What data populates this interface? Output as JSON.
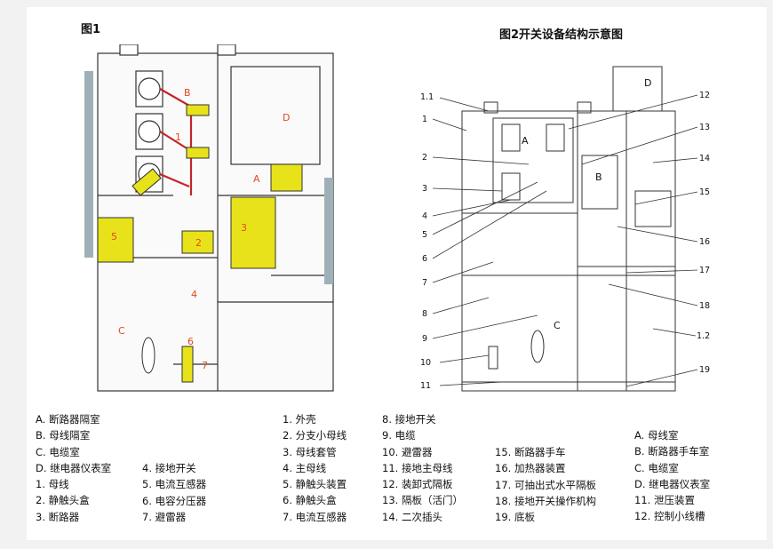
{
  "figure1": {
    "title": "图1",
    "labels": {
      "A": "A",
      "B": "B",
      "C": "C",
      "D": "D",
      "n1": "1",
      "n2": "2",
      "n3": "3",
      "n4": "4",
      "n5": "5",
      "n6": "6",
      "n7": "7"
    }
  },
  "figure2": {
    "title": "图2开关设备结构示意图",
    "labels": {
      "A": "A",
      "B": "B",
      "C": "C",
      "D": "D"
    },
    "callouts": [
      "1.1",
      "1",
      "2",
      "3",
      "4",
      "5",
      "6",
      "7",
      "8",
      "9",
      "10",
      "11",
      "12",
      "13",
      "14",
      "15",
      "16",
      "17",
      "18",
      "1.2",
      "19"
    ]
  },
  "legend": {
    "col1": [
      "A. 断路器隔室",
      "B. 母线隔室",
      "C. 电缆室",
      "D. 继电器仪表室",
      "1. 母线",
      "2. 静触头盒",
      "3. 断路器"
    ],
    "col2": [
      "4. 接地开关",
      "5. 电流互感器",
      "6. 电容分压器",
      "7. 避雷器"
    ],
    "col3": [
      "1. 外壳",
      "2. 分支小母线",
      "3. 母线套管",
      "4. 主母线",
      "5. 静触头装置",
      "6. 静触头盒",
      "7. 电流互感器"
    ],
    "col4": [
      "8. 接地开关",
      "9. 电缆",
      "10. 避雷器",
      "11. 接地主母线",
      "12. 装卸式隔板",
      "13. 隔板（活门）",
      "14. 二次插头"
    ],
    "col5": [
      "15. 断路器手车",
      "16. 加热器装置",
      "17. 可抽出式水平隔板",
      "18. 接地开关操作机构",
      "19. 底板"
    ],
    "col6": [
      "A. 母线室",
      "B. 断路器手车室",
      "C. 电缆室",
      "D. 继电器仪表室",
      "11. 泄压装置",
      "12. 控制小线槽"
    ]
  },
  "colors": {
    "yellow": "#e8e21a",
    "red": "#c0262a",
    "steel": "#9fb0b8",
    "line": "#333333",
    "orange": "#e34a1b"
  }
}
